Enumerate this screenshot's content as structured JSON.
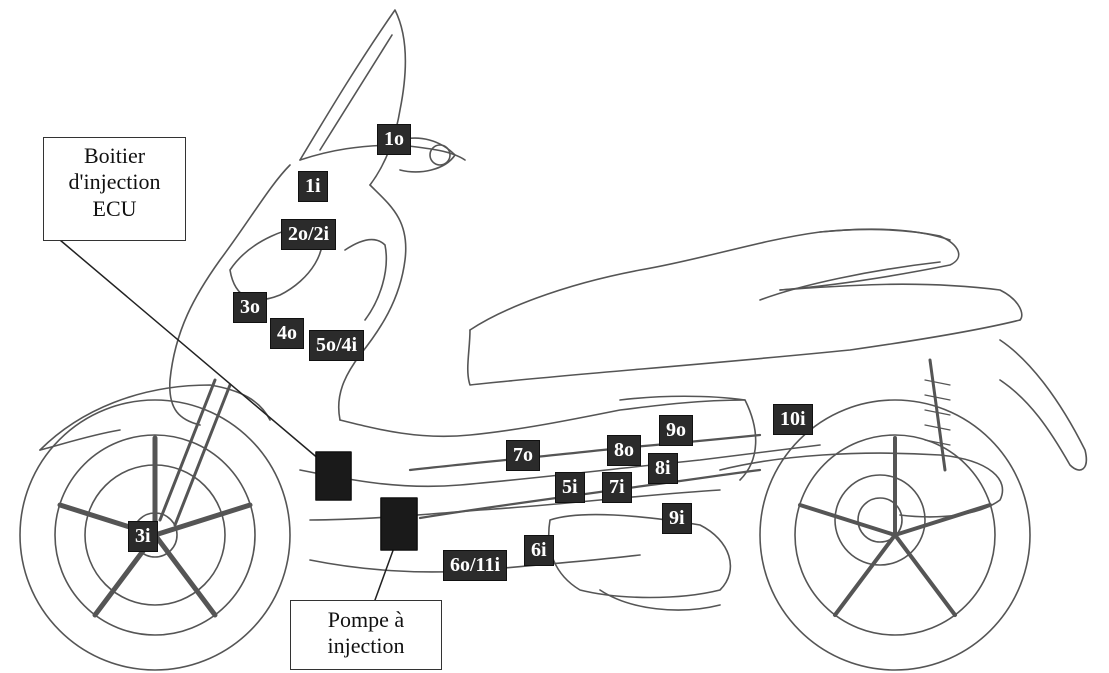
{
  "callouts": {
    "ecu": {
      "lines": [
        "Boitier",
        "d'injection",
        "ECU"
      ]
    },
    "pump": {
      "lines": [
        "Pompe à",
        "injection"
      ]
    }
  },
  "tags": {
    "t_1o": "1o",
    "t_1i": "1i",
    "t_2o2i": "2o/2i",
    "t_3o": "3o",
    "t_4o": "4o",
    "t_5o4i": "5o/4i",
    "t_3i": "3i",
    "t_7o": "7o",
    "t_8o": "8o",
    "t_9o": "9o",
    "t_10i": "10i",
    "t_8i": "8i",
    "t_5i": "5i",
    "t_7i": "7i",
    "t_9i": "9i",
    "t_6i": "6i",
    "t_6o11i": "6o/11i"
  },
  "colors": {
    "tag_bg": "#2b2b2b",
    "tag_text": "#ffffff",
    "line_art": "#555555",
    "component_fill": "#1a1a1a"
  }
}
